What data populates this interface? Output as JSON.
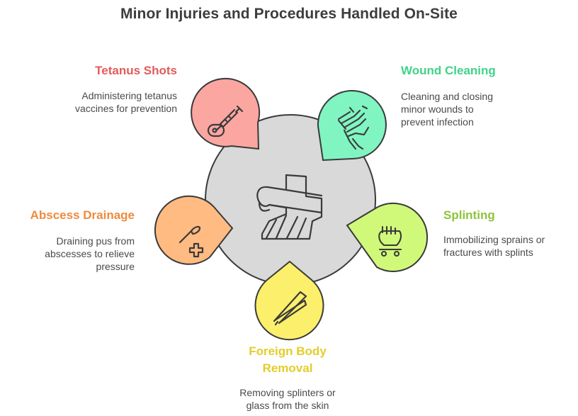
{
  "title": "Minor Injuries and Procedures Handled On-Site",
  "center": {
    "icon": "splint-bandage-icon"
  },
  "items": [
    {
      "title": "Tetanus Shots",
      "desc_lines": [
        "Administering tetanus",
        "vaccines for prevention"
      ],
      "color": "#e35b5b",
      "fill": "#fca6a1",
      "icon": "syringe-icon"
    },
    {
      "title": "Wound Cleaning",
      "desc_lines": [
        "Cleaning and closing",
        "minor wounds to",
        "prevent infection"
      ],
      "color": "#3fd38a",
      "fill": "#80f5c1",
      "icon": "washing-hands-icon"
    },
    {
      "title": "Splinting",
      "desc_lines": [
        "Immobilizing sprains or",
        "fractures with splints"
      ],
      "color": "#8cc43a",
      "fill": "#d0f97a",
      "icon": "splint-hand-icon"
    },
    {
      "title_lines": [
        "Foreign Body",
        "Removal"
      ],
      "desc_lines": [
        "Removing splinters or",
        "glass from the skin"
      ],
      "color": "#e3cd2a",
      "fill": "#fbef6b",
      "icon": "tweezers-icon"
    },
    {
      "title": "Abscess Drainage",
      "desc_lines": [
        "Draining pus from",
        "abscesses to relieve",
        "pressure"
      ],
      "color": "#ef8a3c",
      "fill": "#ffbb82",
      "icon": "needle-plus-icon"
    }
  ]
}
